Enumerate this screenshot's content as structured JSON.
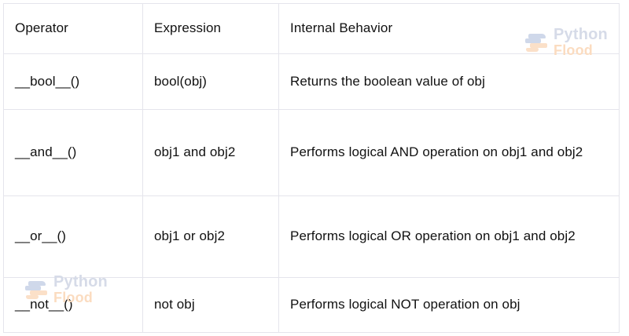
{
  "table": {
    "columns": [
      "Operator",
      "Expression",
      "Internal Behavior"
    ],
    "rows": [
      {
        "operator": "__bool__()",
        "expression": "bool(obj)",
        "behavior": "Returns the boolean value of obj"
      },
      {
        "operator": "__and__()",
        "expression": "obj1 and obj2",
        "behavior": "Performs logical AND operation on obj1 and obj2"
      },
      {
        "operator": "__or__()",
        "expression": "obj1 or obj2",
        "behavior": "Performs logical OR operation on obj1 and obj2"
      },
      {
        "operator": "__not__()",
        "expression": "not obj",
        "behavior": "Performs logical NOT operation on obj"
      }
    ]
  },
  "watermark": {
    "word1": "Python",
    "word2": "Flood",
    "logo_icon": "python-flood-logo-icon",
    "color_word1": "#d6dbe8",
    "color_word2": "#fbdcc0"
  },
  "style": {
    "border_color": "#e5e5ec",
    "text_color": "#111111",
    "background": "#ffffff"
  }
}
